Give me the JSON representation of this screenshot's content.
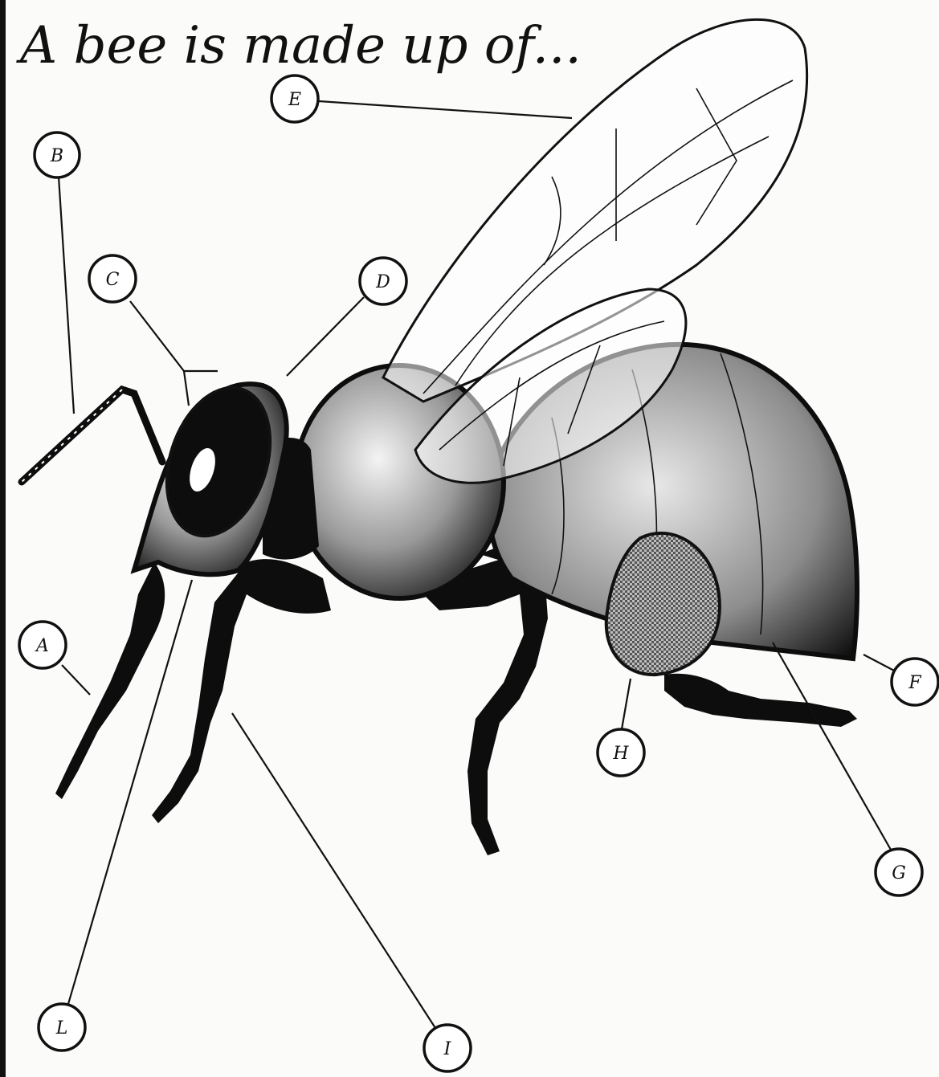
{
  "title": "A bee is made up of...",
  "labels": {
    "A": "A",
    "B": "B",
    "C": "C",
    "D": "D",
    "E": "E",
    "F": "F",
    "G": "G",
    "H": "H",
    "I": "I",
    "L": "L"
  }
}
